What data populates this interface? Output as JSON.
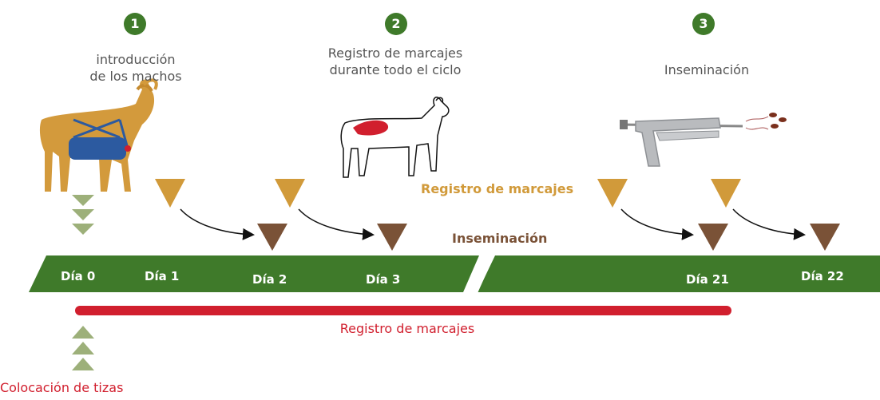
{
  "steps": [
    {
      "number": "1",
      "label": "introducción\nde los machos"
    },
    {
      "number": "2",
      "label": "Registro de marcajes\ndurante todo el ciclo"
    },
    {
      "number": "3",
      "label": "Inseminación"
    }
  ],
  "timeline": {
    "days": [
      "Día 0",
      "Día 1",
      "Día 2",
      "Día 3",
      "Día 21",
      "Día 22"
    ],
    "color": "#3f7a2a"
  },
  "legend": {
    "marcajes": "Registro de marcajes",
    "inseminacion": "Inseminación",
    "marcajes_color": "#d19a3a",
    "inseminacion_color": "#7a5237"
  },
  "red_period_label": "Registro de marcajes",
  "chalk_label": "Colocación de tizas",
  "colors": {
    "red": "#d11f2e",
    "goat": "#d39a3c",
    "harness": "#2c5aa0"
  }
}
